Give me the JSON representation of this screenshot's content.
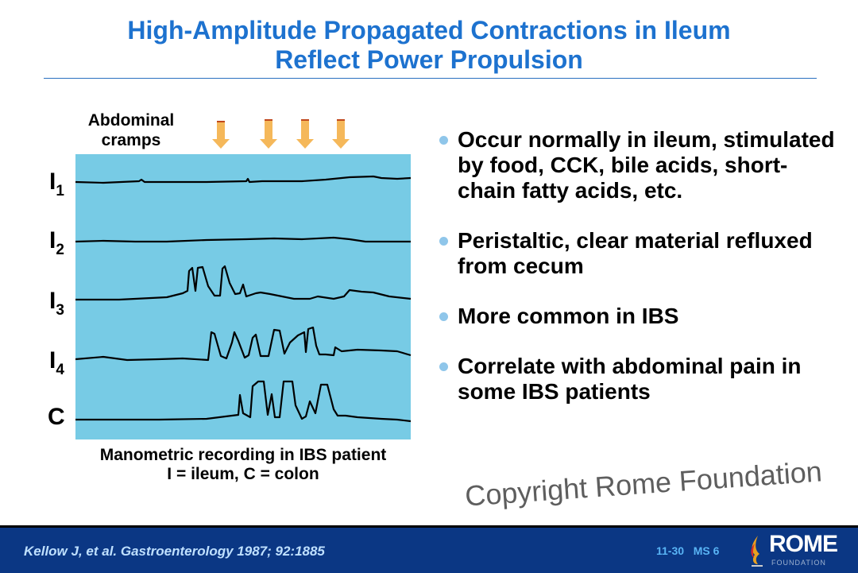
{
  "title": {
    "line1": "High-Amplitude Propagated Contractions in Ileum",
    "line2": "Reflect Power Propulsion"
  },
  "figure": {
    "cramps_label": "Abdominal cramps",
    "channels": [
      {
        "base": "I",
        "sub": "1"
      },
      {
        "base": "I",
        "sub": "2"
      },
      {
        "base": "I",
        "sub": "3"
      },
      {
        "base": "I",
        "sub": "4"
      },
      {
        "base": "C",
        "sub": ""
      }
    ],
    "caption_line1": "Manometric recording in IBS patient",
    "caption_line2": "I = ileum, C = colon",
    "arrow_color": "#f5b85a",
    "panel_color": "#77cbe5"
  },
  "bullets": [
    "Occur normally in ileum, stimulated by food, CCK, bile acids, short-chain fatty acids, etc.",
    "Peristaltic, clear material refluxed from cecum",
    "More common in IBS",
    "Correlate with abdominal pain in some IBS patients"
  ],
  "watermark": "Copyright Rome Foundation",
  "footer": {
    "citation": "Kellow J, et al. Gastroenterology 1987; 92:1885",
    "slide_id": "11-30   MS 6",
    "logo_main": "ROME",
    "logo_sub": "FOUNDATION"
  }
}
